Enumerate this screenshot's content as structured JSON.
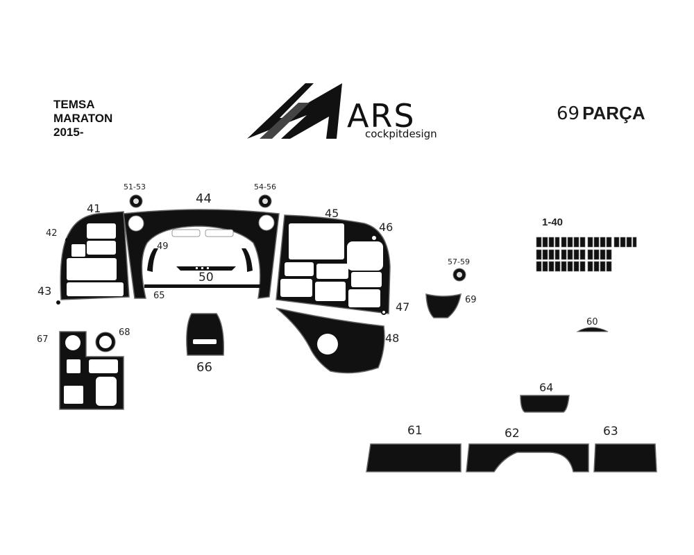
{
  "vehicle": {
    "make": "TEMSA",
    "model": "MARATON",
    "year": "2015-"
  },
  "brand": {
    "name": "ARS",
    "tagline": "cockpitdesign"
  },
  "piece_count": {
    "number": "69",
    "word": "PARÇA"
  },
  "colors": {
    "part": "#111111",
    "part_edge": "#555555",
    "background": "#ffffff"
  },
  "labels": {
    "p41": "41",
    "p42": "42",
    "p43": "43",
    "p44": "44",
    "p45": "45",
    "p46": "46",
    "p47": "47",
    "p48": "48",
    "p49": "49",
    "p50": "50",
    "p51_53": "51-53",
    "p54_56": "54-56",
    "p57_59": "57-59",
    "p60": "60",
    "p61": "61",
    "p62": "62",
    "p63": "63",
    "p64": "64",
    "p65": "65",
    "p66": "66",
    "p67": "67",
    "p68": "68",
    "p69": "69",
    "p1_40": "1-40"
  }
}
